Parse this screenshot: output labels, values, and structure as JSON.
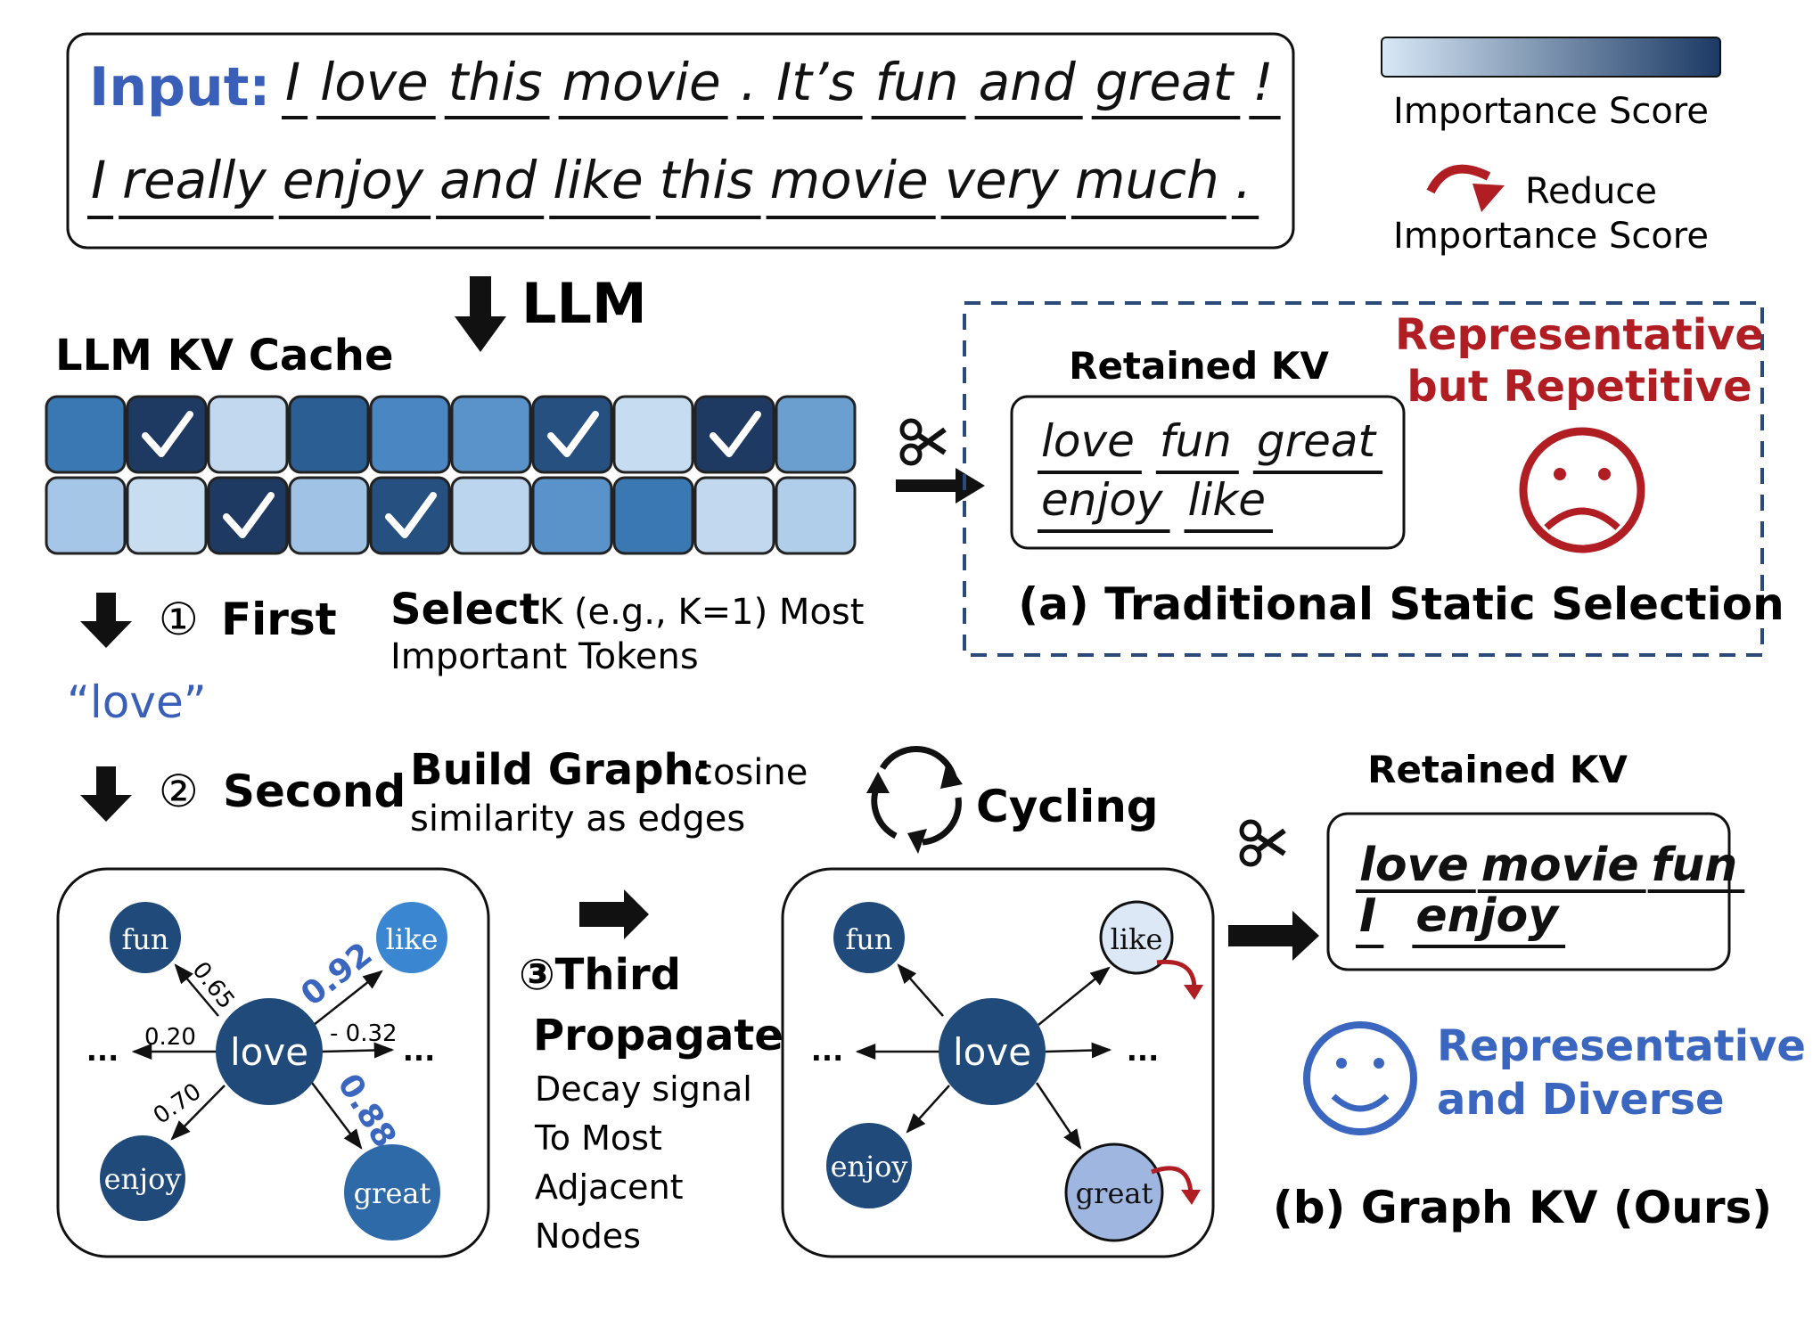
{
  "input": {
    "label": "Input:",
    "line1": [
      "I",
      "love",
      "this",
      "movie",
      ".",
      "It’s",
      "fun",
      "and",
      "great",
      "!"
    ],
    "line2": [
      "I",
      "really",
      "enjoy",
      "and",
      "like",
      "this",
      "movie",
      "very",
      "much",
      "."
    ]
  },
  "legend": {
    "importance_score": "Importance Score",
    "reduce_line1": "Reduce",
    "reduce_line2": "Importance Score",
    "gradient_start": "#d8e8f6",
    "gradient_end": "#1b3a64"
  },
  "llm_label": "LLM",
  "kv_cache_title": "LLM KV Cache",
  "kv_cache": {
    "row1": [
      {
        "color": "#3a78b4",
        "checked": false
      },
      {
        "color": "#1f3a62",
        "checked": true
      },
      {
        "color": "#c2d8ee",
        "checked": false
      },
      {
        "color": "#2b5f94",
        "checked": false
      },
      {
        "color": "#4a87c2",
        "checked": false
      },
      {
        "color": "#5a93c9",
        "checked": false
      },
      {
        "color": "#26507f",
        "checked": true
      },
      {
        "color": "#c6dcf0",
        "checked": false
      },
      {
        "color": "#1f3a62",
        "checked": true
      },
      {
        "color": "#6a9fd0",
        "checked": false
      }
    ],
    "row2": [
      {
        "color": "#a5c6e6",
        "checked": false
      },
      {
        "color": "#c8ddf0",
        "checked": false
      },
      {
        "color": "#1f3a62",
        "checked": true
      },
      {
        "color": "#a0c2e4",
        "checked": false
      },
      {
        "color": "#26507f",
        "checked": true
      },
      {
        "color": "#bcd5ee",
        "checked": false
      },
      {
        "color": "#5a93c9",
        "checked": false
      },
      {
        "color": "#3a78b4",
        "checked": false
      },
      {
        "color": "#c2d8ee",
        "checked": false
      },
      {
        "color": "#b0cdea",
        "checked": false
      }
    ]
  },
  "traditional": {
    "retained_kv": "Retained KV",
    "words_line1": [
      "love",
      "fun",
      "great"
    ],
    "words_line2": [
      "enjoy",
      "like"
    ],
    "verdict_line1": "Representative",
    "verdict_line2": "but Repetitive",
    "caption": "(a) Traditional Static Selection",
    "accent": "#b01e24"
  },
  "steps": {
    "first_num": "①",
    "first_label": "First",
    "first_desc_bold": "Select",
    "first_desc_rest": "K (e.g., K=1) Most",
    "first_desc_line2": "Important Tokens",
    "selected_token": "“love”",
    "second_num": "②",
    "second_label": "Second",
    "second_desc_bold": "Build Graph:",
    "second_desc_rest": "cosine",
    "second_desc_line2": "similarity as edges",
    "third_line1": "③Third",
    "third_line2": "Propagate",
    "third_desc": [
      "Decay signal",
      "To Most",
      "Adjacent",
      "Nodes"
    ],
    "cycling": "Cycling"
  },
  "graph1": {
    "center": "love",
    "nodes": {
      "fun": "fun",
      "like": "like",
      "enjoy": "enjoy",
      "great": "great"
    },
    "edges": {
      "fun": "0.65",
      "like": "0.92",
      "left": "0.20",
      "right": "- 0.32",
      "enjoy": "0.70",
      "great": "0.88"
    },
    "ellipsis": "..."
  },
  "graph2": {
    "center": "love",
    "nodes": {
      "fun": "fun",
      "like": "like",
      "enjoy": "enjoy",
      "great": "great"
    },
    "ellipsis": "..."
  },
  "graphkv": {
    "retained_kv": "Retained KV",
    "words_line1": [
      "love",
      "movie",
      "fun"
    ],
    "words_line2": [
      "I",
      "enjoy"
    ],
    "verdict_line1": "Representative",
    "verdict_line2": "and Diverse",
    "caption": "(b) Graph KV (Ours)",
    "accent": "#3a66c0"
  },
  "colors": {
    "input_blue": "#3a5fb8",
    "node_dark": "#1f4a7a",
    "node_mid": "#2f6aa8",
    "node_light": "#3b86d0",
    "node_pale": "#dce8f6",
    "node_lilac": "#9fb6e0",
    "label_blue": "#3a66c0"
  }
}
